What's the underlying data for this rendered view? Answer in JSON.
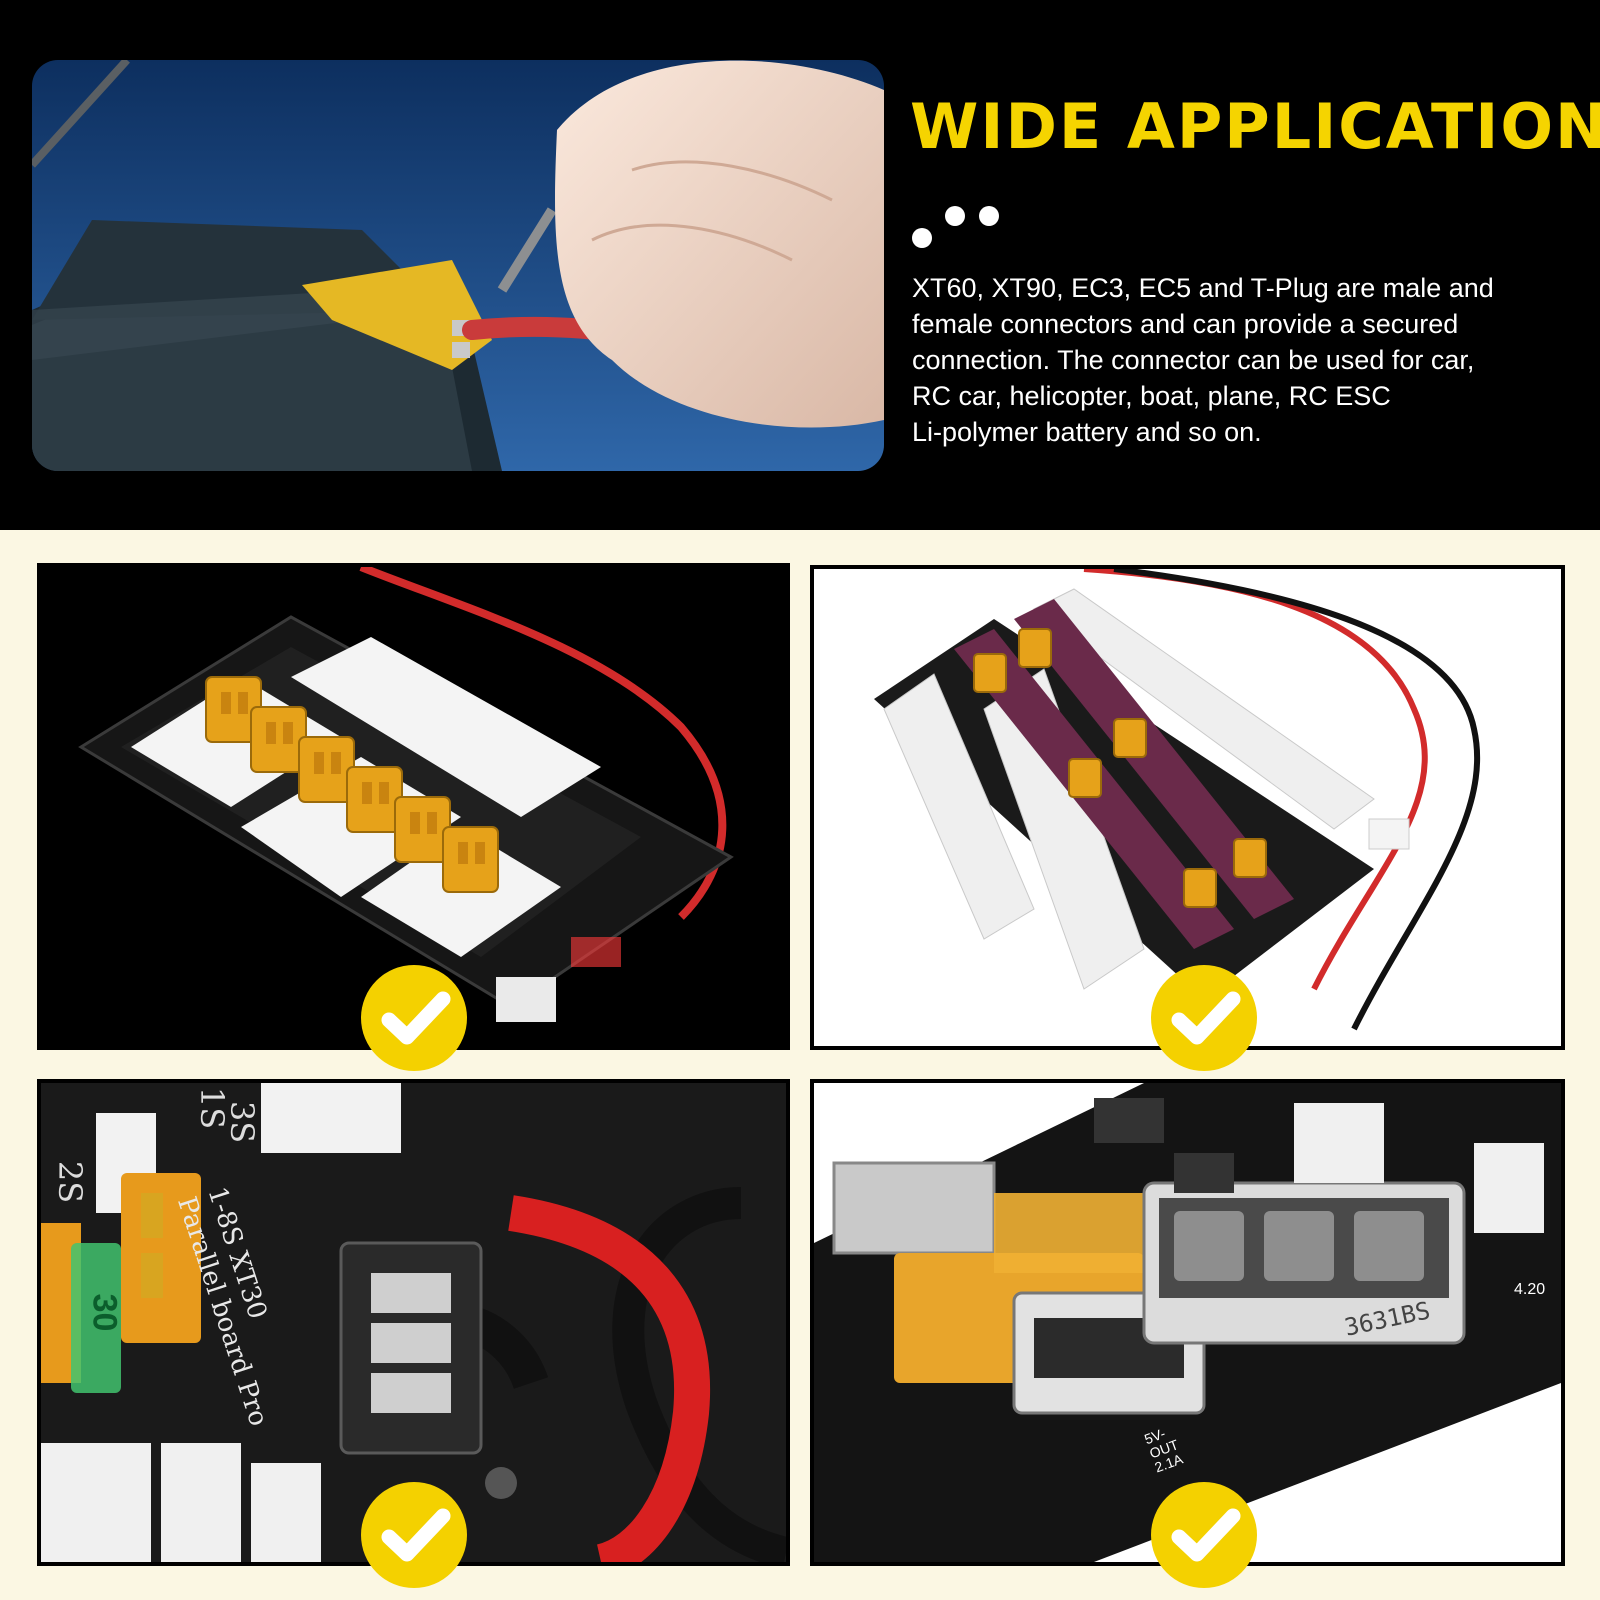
{
  "header": {
    "title": "WIDE APPLICATION",
    "description_lines": [
      "XT60, XT90, EC3, EC5 and T-Plug are male and",
      "female connectors and can provide a secured",
      "connection. The connector can be used for car,",
      "RC car, helicopter, boat, plane, RC ESC",
      "Li-polymer battery and so on."
    ]
  },
  "colors": {
    "accent_yellow": "#f5d400",
    "checkmark_badge": "#f4d100",
    "page_background": "#fbf7e3",
    "top_band": "#000000"
  },
  "board_labels": {
    "panel3_board": "1-8S XT30",
    "panel3_board_sub": "Parallel board Pro",
    "panel3_fuse": "30",
    "panel3_series": [
      "1S",
      "2S",
      "3S"
    ],
    "panel4_display": "3631BS",
    "panel4_usb": "5V-OUT 2.1A",
    "panel4_voltage": "4.20"
  },
  "icons": [
    "checkmark-icon",
    "dots-icon"
  ]
}
